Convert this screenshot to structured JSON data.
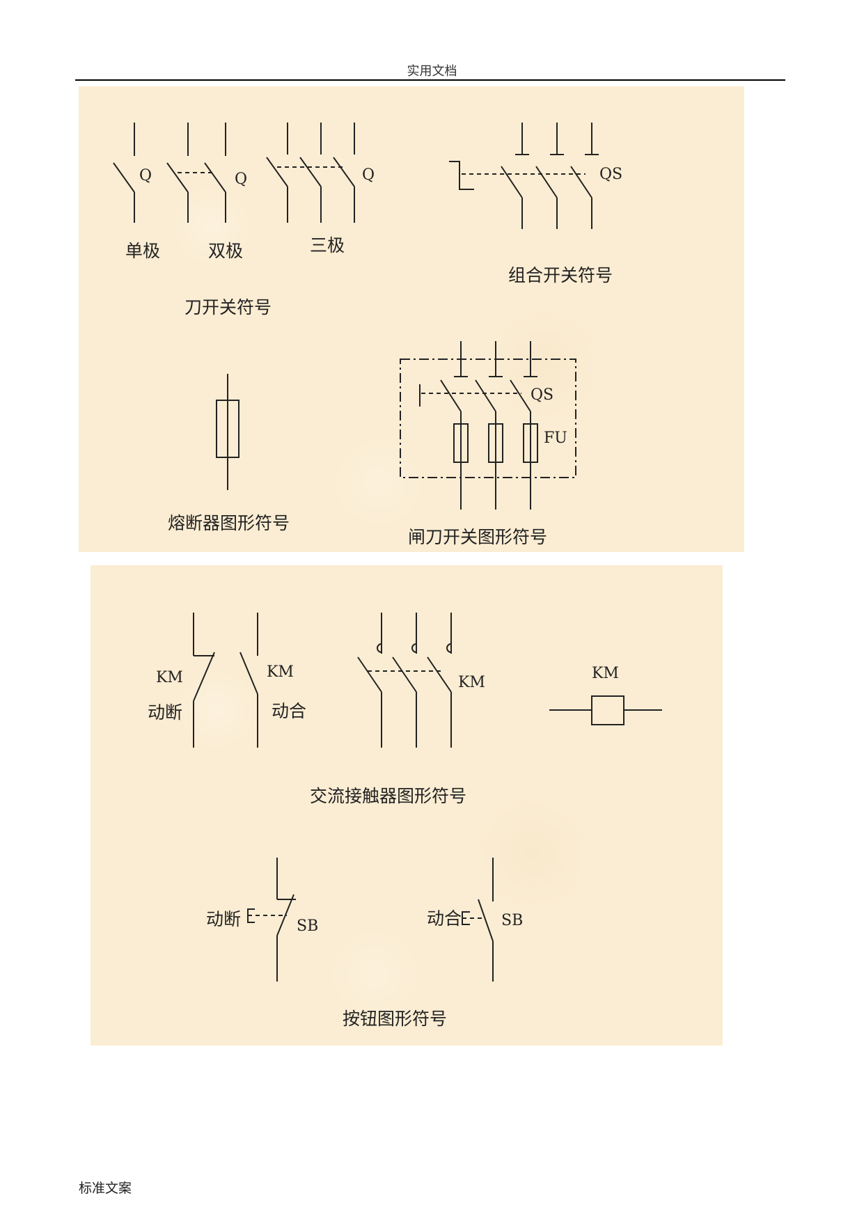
{
  "header": {
    "title": "实用文档"
  },
  "footer": {
    "text": "标准文案"
  },
  "panel1": {
    "knife": {
      "single_letter": "Q",
      "double_letter": "Q",
      "triple_letter": "Q",
      "single_label": "单极",
      "double_label": "双极",
      "triple_label": "三极",
      "caption": "刀开关符号"
    },
    "combo": {
      "letter": "QS",
      "caption": "组合开关符号"
    },
    "fuse": {
      "caption": "熔断器图形符号"
    },
    "switch_fuse": {
      "letter_qs": "QS",
      "letter_fu": "FU",
      "caption": "闸刀开关图形符号"
    }
  },
  "panel2": {
    "contacts": {
      "nc_letter": "KM",
      "nc_label": "动断",
      "no_letter": "KM",
      "no_label": "动合"
    },
    "main_contacts": {
      "letter": "KM"
    },
    "coil": {
      "letter": "KM"
    },
    "caption": "交流接触器图形符号",
    "buttons": {
      "nc_label": "动断",
      "nc_letter": "SB",
      "no_label": "动合",
      "no_letter": "SB",
      "caption": "按钮图形符号"
    }
  }
}
